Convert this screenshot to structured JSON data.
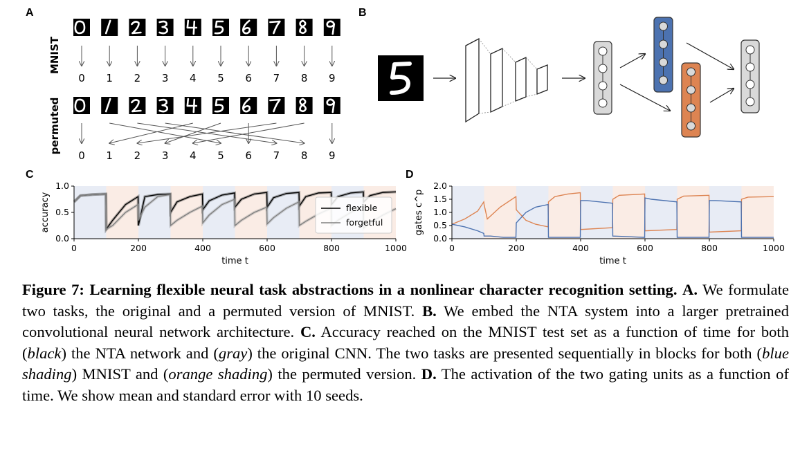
{
  "panels": {
    "a": "A",
    "b": "B",
    "c": "C",
    "d": "D"
  },
  "panel_a": {
    "row_labels": [
      "MNIST",
      "permuted"
    ],
    "digit_images": [
      "0",
      "1",
      "2",
      "3",
      "4",
      "5",
      "6",
      "7",
      "8",
      "9"
    ],
    "mnist_targets": [
      "0",
      "1",
      "2",
      "3",
      "4",
      "5",
      "6",
      "7",
      "8",
      "9"
    ],
    "permuted_targets": [
      "0",
      "1",
      "2",
      "3",
      "4",
      "5",
      "6",
      "7",
      "8",
      "9"
    ],
    "permutation": [
      0,
      5,
      7,
      8,
      1,
      3,
      6,
      2,
      4,
      9
    ]
  },
  "panel_b": {
    "input_digit": "5",
    "colors": {
      "hidden": "#d9d9d9",
      "blue": "#4c72b0",
      "orange": "#dd8452"
    }
  },
  "chart_data": [
    {
      "type": "line",
      "panel": "C",
      "xlabel": "time t",
      "ylabel": "accuracy",
      "xlim": [
        0,
        1000
      ],
      "ylim": [
        0,
        1.0
      ],
      "xticks": [
        "0",
        "200",
        "400",
        "600",
        "800",
        "1000"
      ],
      "yticks": [
        "0.0",
        "0.5",
        "1.0"
      ],
      "legend": {
        "placement": "lower-right",
        "entries": [
          "flexible",
          "forgetful"
        ]
      },
      "blocks": [
        "MNIST",
        "permuted",
        "MNIST",
        "permuted",
        "MNIST",
        "permuted",
        "MNIST",
        "permuted",
        "MNIST",
        "permuted"
      ],
      "block_colors": {
        "MNIST": "#e8ecf5",
        "permuted": "#faece5"
      },
      "series": [
        {
          "name": "flexible",
          "color": "#000000",
          "x": [
            0,
            20,
            60,
            99,
            100,
            120,
            160,
            199,
            200,
            220,
            260,
            299,
            300,
            320,
            360,
            399,
            400,
            420,
            460,
            499,
            500,
            520,
            560,
            599,
            600,
            620,
            660,
            699,
            700,
            720,
            760,
            799,
            800,
            820,
            860,
            899,
            900,
            920,
            960,
            1000
          ],
          "y": [
            0.7,
            0.82,
            0.84,
            0.85,
            0.18,
            0.35,
            0.65,
            0.8,
            0.25,
            0.8,
            0.84,
            0.85,
            0.5,
            0.7,
            0.8,
            0.85,
            0.55,
            0.72,
            0.83,
            0.87,
            0.6,
            0.75,
            0.85,
            0.88,
            0.6,
            0.78,
            0.86,
            0.88,
            0.62,
            0.8,
            0.87,
            0.88,
            0.65,
            0.8,
            0.87,
            0.89,
            0.7,
            0.82,
            0.88,
            0.89
          ]
        },
        {
          "name": "forgetful",
          "color": "#808080",
          "x": [
            0,
            20,
            60,
            99,
            100,
            120,
            160,
            199,
            200,
            220,
            260,
            299,
            300,
            320,
            360,
            399,
            400,
            420,
            460,
            499,
            500,
            520,
            560,
            599,
            600,
            620,
            660,
            699,
            700,
            720,
            760,
            799,
            800,
            820,
            860,
            899,
            900,
            920,
            960,
            1000
          ],
          "y": [
            0.7,
            0.82,
            0.84,
            0.85,
            0.18,
            0.25,
            0.5,
            0.65,
            0.35,
            0.6,
            0.8,
            0.84,
            0.25,
            0.35,
            0.5,
            0.62,
            0.3,
            0.45,
            0.65,
            0.75,
            0.25,
            0.35,
            0.5,
            0.6,
            0.28,
            0.4,
            0.58,
            0.7,
            0.25,
            0.33,
            0.47,
            0.58,
            0.25,
            0.35,
            0.5,
            0.62,
            0.2,
            0.3,
            0.45,
            0.57
          ]
        }
      ]
    },
    {
      "type": "line",
      "panel": "D",
      "xlabel": "time t",
      "ylabel": "gates c^p",
      "xlim": [
        0,
        1000
      ],
      "ylim": [
        0,
        2.0
      ],
      "xticks": [
        "0",
        "200",
        "400",
        "600",
        "800",
        "1000"
      ],
      "yticks": [
        "0.0",
        "0.5",
        "1.0",
        "1.5",
        "2.0"
      ],
      "blocks": [
        "MNIST",
        "permuted",
        "MNIST",
        "permuted",
        "MNIST",
        "permuted",
        "MNIST",
        "permuted",
        "MNIST",
        "permuted"
      ],
      "series": [
        {
          "color": "#dd8452",
          "x": [
            0,
            40,
            80,
            99,
            100,
            110,
            150,
            199,
            200,
            230,
            260,
            299,
            300,
            320,
            360,
            399,
            400,
            499,
            500,
            520,
            599,
            600,
            699,
            700,
            720,
            799,
            800,
            899,
            900,
            920,
            1000
          ],
          "y": [
            0.55,
            0.75,
            1.05,
            1.4,
            1.3,
            0.75,
            1.2,
            1.6,
            1.1,
            0.7,
            0.55,
            0.45,
            1.4,
            1.6,
            1.7,
            1.75,
            0.35,
            0.42,
            1.5,
            1.65,
            1.7,
            0.3,
            0.35,
            1.5,
            1.62,
            1.65,
            0.25,
            0.3,
            1.5,
            1.58,
            1.6
          ]
        },
        {
          "color": "#4c72b0",
          "x": [
            0,
            40,
            80,
            99,
            100,
            120,
            160,
            199,
            200,
            230,
            260,
            299,
            300,
            399,
            400,
            420,
            499,
            500,
            599,
            600,
            620,
            699,
            700,
            799,
            800,
            820,
            899,
            900,
            1000
          ],
          "y": [
            0.55,
            0.45,
            0.3,
            0.2,
            0.1,
            0.1,
            0.05,
            0.05,
            0.6,
            1.0,
            1.2,
            1.3,
            0.05,
            0.05,
            1.45,
            1.45,
            1.35,
            0.1,
            0.05,
            1.55,
            1.5,
            1.4,
            0.05,
            0.05,
            1.45,
            1.45,
            1.4,
            0.05,
            0.05
          ]
        }
      ]
    }
  ],
  "caption": {
    "fig_label": "Figure 7:",
    "title": "Learning flexible neural task abstractions in a nonlinear character recognition setting.",
    "a_label": "A.",
    "a_text": "We formulate two tasks, the original and a permuted version of MNIST.",
    "b_label": "B.",
    "b_text": "We embed the NTA system into a larger pretrained convolutional neural network architecture.",
    "c_label": "C.",
    "c_text_1": "Accuracy reached on the MNIST test set as a function of time for both (",
    "c_black": "black",
    "c_text_2": ") the NTA network and (",
    "c_gray": "gray",
    "c_text_3": ") the original CNN. The two tasks are presented sequentially in blocks for both (",
    "c_blue": "blue shading",
    "c_text_4": ") MNIST and (",
    "c_orange": "orange shading",
    "c_text_5": ") the permuted version.",
    "d_label": "D.",
    "d_text": "The activation of the two gating units as a function of time. We show mean and standard error with 10 seeds."
  }
}
